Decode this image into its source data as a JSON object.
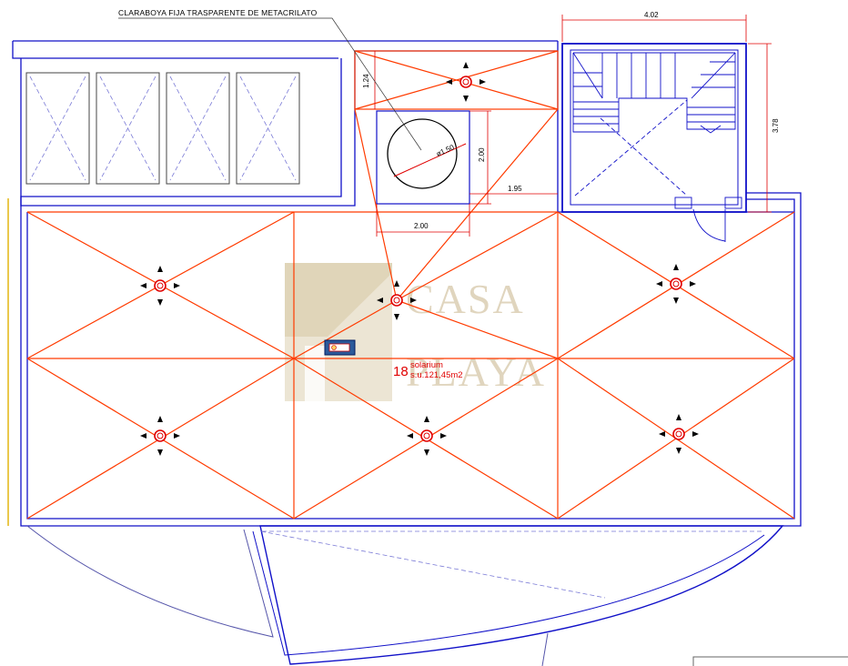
{
  "annotation": {
    "skylight_label": "CLARABOYA FIJA TRASPARENTE DE METACRILATO"
  },
  "dimensions": {
    "stair_width": "4.02",
    "stair_depth": "3.78",
    "skylight_top_gap": "1.24",
    "skylight_height": "2.00",
    "skylight_width": "2.00",
    "skylight_offset": "1.95",
    "skylight_diameter": "ø1.50"
  },
  "room": {
    "number": "18",
    "name": "solarium",
    "area": "s.u.121,45m2"
  },
  "watermark": {
    "line1": "CASA",
    "line2": "PLAYA"
  },
  "colors": {
    "wall": "#1010c8",
    "slope": "#ff3b00",
    "hatch": "#7a7ad6",
    "accent": "#e00000"
  }
}
